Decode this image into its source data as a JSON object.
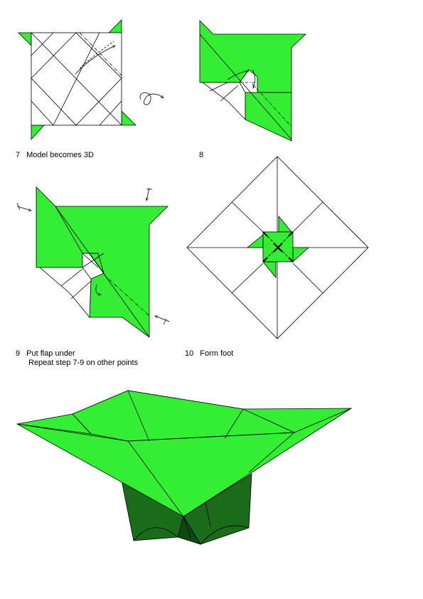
{
  "colors": {
    "paper_green": "#33ee33",
    "foot_green": "#1a6b1a",
    "foot_dark": "#0d4a0d",
    "paper_white": "#ffffff",
    "line": "#000000"
  },
  "steps": [
    {
      "number": "7",
      "caption": "Model becomes 3D",
      "icons": [
        "turn-over-arrow-icon",
        "fold-arrow-icon"
      ]
    },
    {
      "number": "8",
      "caption": "",
      "icons": [
        "fold-arrow-icon"
      ]
    },
    {
      "number": "9",
      "caption": "Put flap under",
      "caption_line2": "Repeat step 7-9 on other points",
      "icons": [
        "push-arrow-icon",
        "push-arrow-icon",
        "push-arrow-icon"
      ]
    },
    {
      "number": "10",
      "caption": "Form foot",
      "icons": [
        "center-x-mark-icon"
      ]
    }
  ]
}
